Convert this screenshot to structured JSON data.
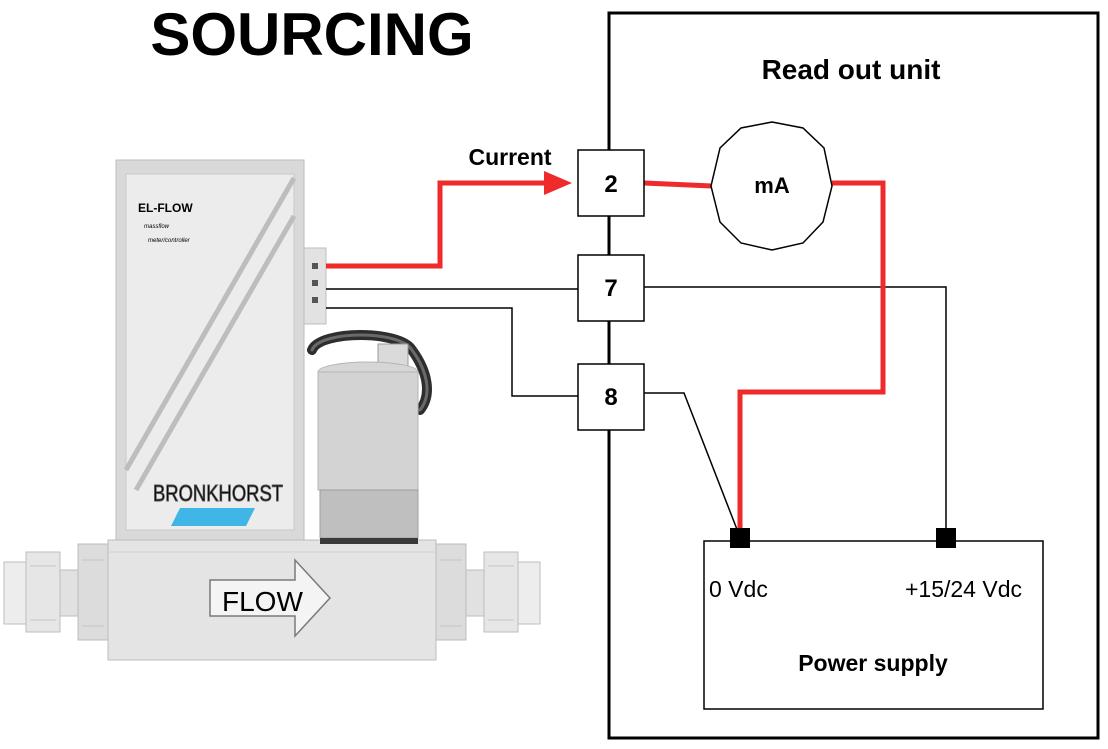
{
  "title": "SOURCING",
  "readout_unit": {
    "title": "Read out unit",
    "terminals": [
      "2",
      "7",
      "8"
    ],
    "meter_label": "mA"
  },
  "signal_label": "Current",
  "device": {
    "model": "EL-FLOW",
    "subtitle_line1": "massflow",
    "subtitle_line2": "meter/controller",
    "brand": "BRONKHORST",
    "flow_label": "FLOW"
  },
  "power_supply": {
    "title": "Power supply",
    "terminal_left": "0 Vdc",
    "terminal_right": "+15/24 Vdc"
  },
  "colors": {
    "current_wire": "#ee2a2a",
    "signal_wire": "#000000",
    "device_body": "#d9d9d9",
    "device_panel": "#ececec",
    "logo_blue": "#3fb6e6"
  }
}
